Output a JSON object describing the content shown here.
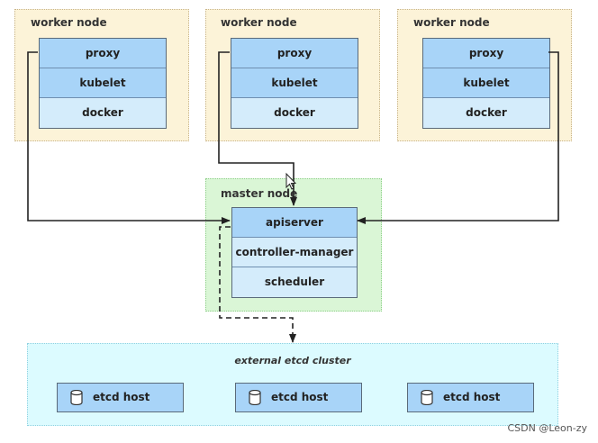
{
  "workers": [
    {
      "title": "worker node",
      "components": [
        "proxy",
        "kubelet",
        "docker"
      ]
    },
    {
      "title": "worker node",
      "components": [
        "proxy",
        "kubelet",
        "docker"
      ]
    },
    {
      "title": "worker node",
      "components": [
        "proxy",
        "kubelet",
        "docker"
      ]
    }
  ],
  "master": {
    "title": "master node",
    "components": [
      "apiserver",
      "controller-manager",
      "scheduler"
    ]
  },
  "etcd": {
    "title": "external etcd cluster",
    "hosts": [
      "etcd host",
      "etcd host",
      "etcd host"
    ]
  },
  "watermark": "CSDN @Leon-zy",
  "colors": {
    "worker_bg": "#fcf3d8",
    "master_bg": "#daf6d6",
    "etcd_bg": "#dcfbff",
    "component_dark": "#a8d4f8",
    "component_light": "#d4ecfb"
  }
}
